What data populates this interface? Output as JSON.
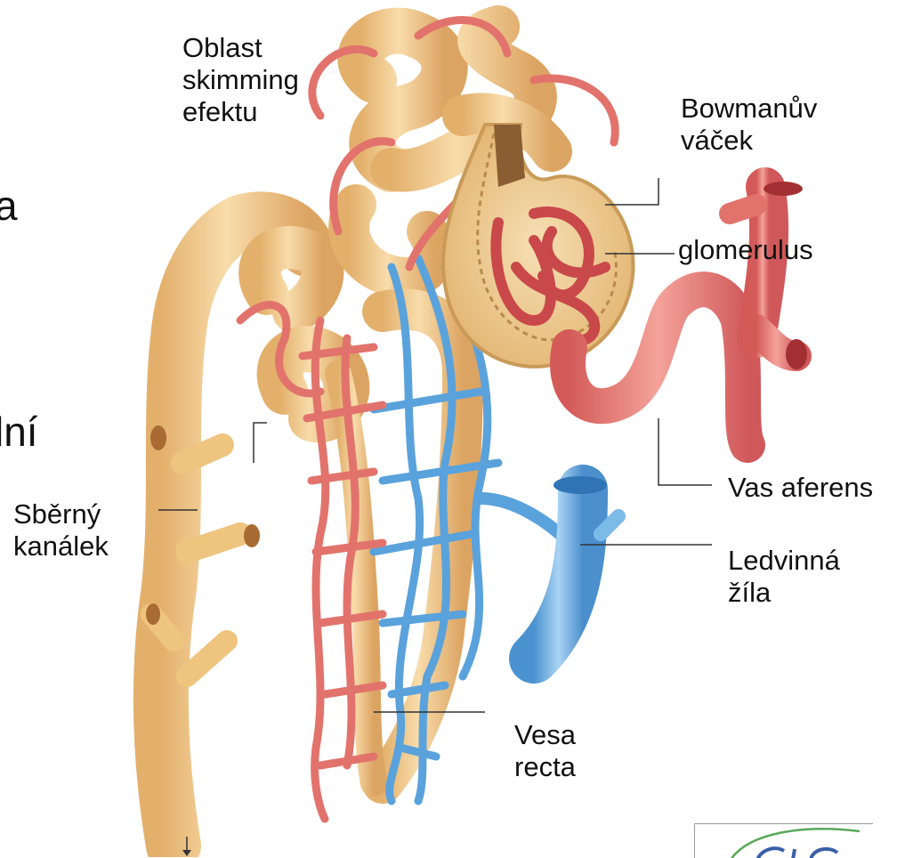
{
  "labels": {
    "oblast": "Oblast\nskimming\nefektu",
    "bowman": "Bowmanův\nváček",
    "glomerulus": "glomerulus",
    "sberny": "Sběrný\nkanálek",
    "vas_aferens": "Vas aferens",
    "ledvinna": "Ledvinná\nžíla",
    "vesa_recta": "Vesa\nrecta"
  },
  "fragments": {
    "left_a": "a",
    "left_lni": "lní"
  },
  "colors": {
    "tubule": "#f2c98a",
    "tubule_shade": "#d9a560",
    "artery": "#e0706a",
    "artery_dark": "#c9484a",
    "vein": "#6fb0e0",
    "vein_dark": "#3f86c4",
    "leader": "#333333",
    "logo_arc": "#5aa85a",
    "logo_text": "#3a5fa8"
  },
  "icons": {
    "arrow": "down-arrow-icon",
    "logo": "institution-logo"
  }
}
